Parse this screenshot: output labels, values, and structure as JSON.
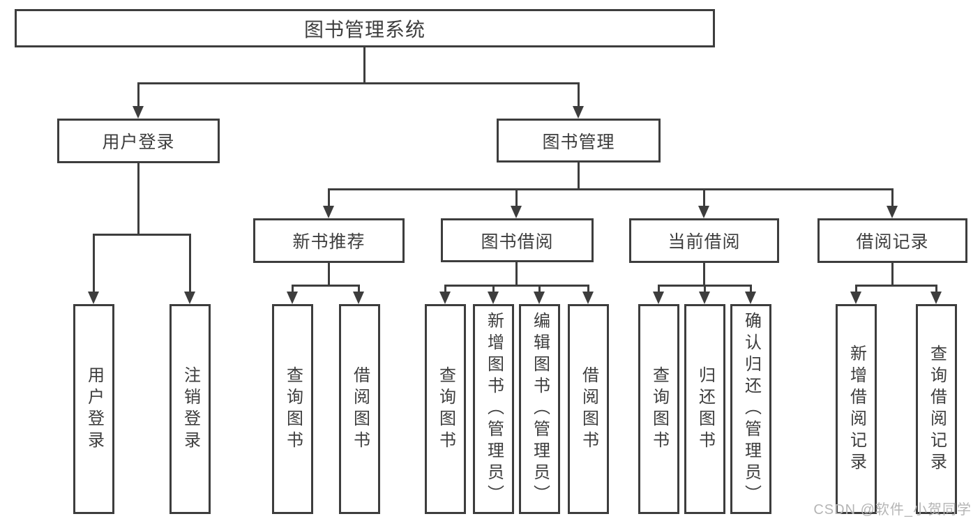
{
  "page": {
    "watermark": "CSDN @软件_小贺同学"
  },
  "colors": {
    "line": "#3d3d3d",
    "text": "#3d3d3d",
    "watermark": "#b5b5b5",
    "background": "#ffffff"
  },
  "tree": {
    "root": {
      "label": "图书管理系统"
    },
    "branches": [
      {
        "label": "用户登录",
        "children": [
          {
            "label": "用户登录"
          },
          {
            "label": "注销登录"
          }
        ]
      },
      {
        "label": "图书管理",
        "children": [
          {
            "label": "新书推荐",
            "children": [
              {
                "label": "查询图书"
              },
              {
                "label": "借阅图书"
              }
            ]
          },
          {
            "label": "图书借阅",
            "children": [
              {
                "label": "查询图书"
              },
              {
                "label": "新增图书（管理员）"
              },
              {
                "label": "编辑图书（管理员）"
              },
              {
                "label": "借阅图书"
              }
            ]
          },
          {
            "label": "当前借阅",
            "children": [
              {
                "label": "查询图书"
              },
              {
                "label": "归还图书"
              },
              {
                "label": "确认归还（管理员）"
              }
            ]
          },
          {
            "label": "借阅记录",
            "children": [
              {
                "label": "新增借阅记录"
              },
              {
                "label": "查询借阅记录"
              }
            ]
          }
        ]
      }
    ]
  }
}
